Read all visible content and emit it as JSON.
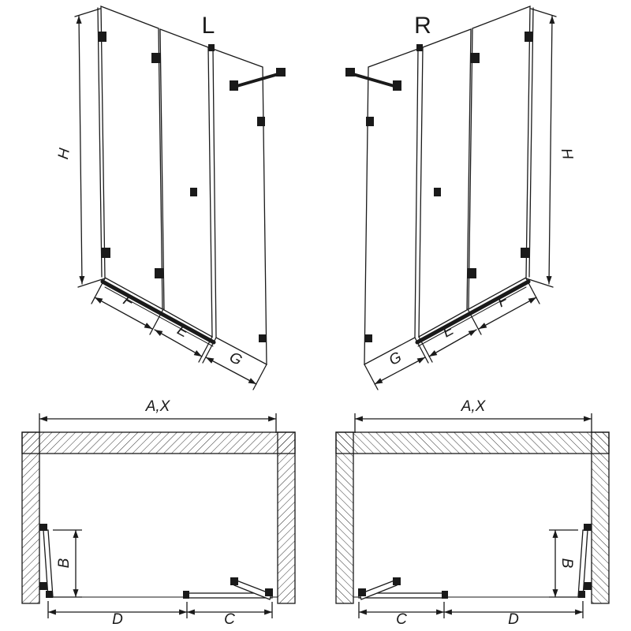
{
  "diagram": {
    "background": "#ffffff",
    "line_color": "#1a1a1a",
    "views": {
      "iso_left": {
        "label": "L",
        "dim_height": "H",
        "dim_f": "F",
        "dim_e": "E",
        "dim_g": "G"
      },
      "iso_right": {
        "label": "R",
        "dim_height": "H",
        "dim_f": "F",
        "dim_e": "E",
        "dim_g": "G"
      },
      "plan_left": {
        "dim_width": "A,X",
        "dim_b": "B",
        "dim_d": "D",
        "dim_c": "C"
      },
      "plan_right": {
        "dim_width": "A,X",
        "dim_b": "B",
        "dim_c": "C",
        "dim_d": "D"
      }
    }
  }
}
